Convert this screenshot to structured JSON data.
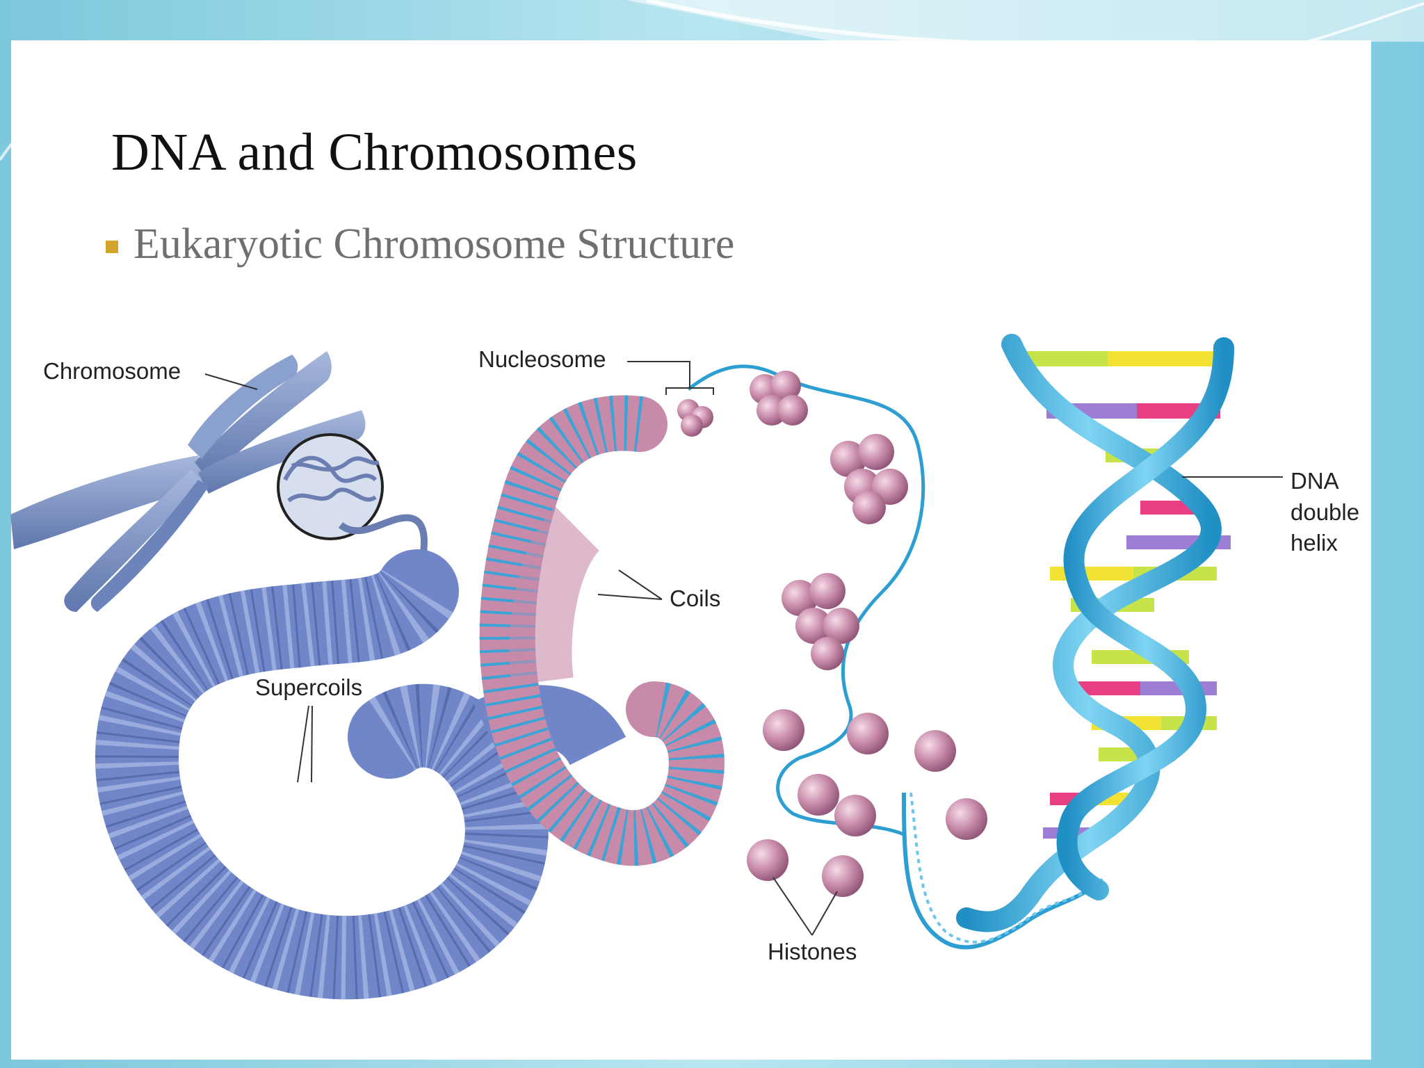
{
  "slide": {
    "title": "DNA and Chromosomes",
    "bullet": "Eukaryotic Chromosome Structure"
  },
  "diagram": {
    "labels": {
      "chromosome": "Chromosome",
      "nucleosome": "Nucleosome",
      "coils": "Coils",
      "supercoils": "Supercoils",
      "histones": "Histones",
      "dna_line1": "DNA",
      "dna_line2": "double",
      "dna_line3": "helix"
    }
  },
  "colors": {
    "chromosome": "#7f96c4",
    "supercoil": "#7186c8",
    "histone": "#c78aa8",
    "dna_strand": "#33a8d6",
    "bullet": "#d2a52a",
    "background_accent": "#8fd3e3"
  }
}
